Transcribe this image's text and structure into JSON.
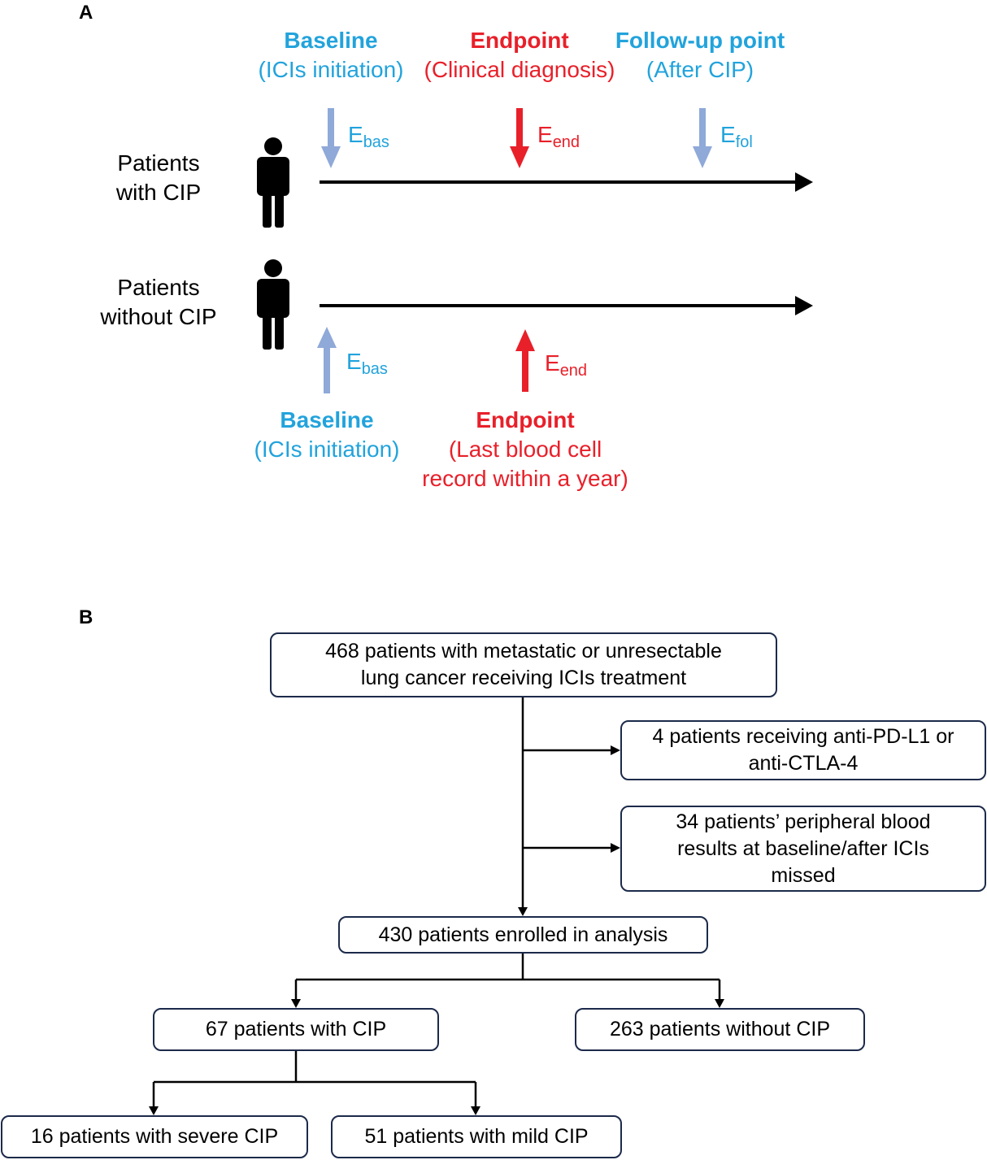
{
  "panel_a": {
    "letter": "A",
    "top_headers": [
      {
        "title": "Baseline",
        "subtitle": "(ICIs initiation)"
      },
      {
        "title": "Endpoint",
        "subtitle": "(Clinical diagnosis)"
      },
      {
        "title": "Follow-up point",
        "subtitle": "(After CIP)"
      }
    ],
    "rows": [
      {
        "label_line1": "Patients",
        "label_line2": "with CIP"
      },
      {
        "label_line1": "Patients",
        "label_line2": "without CIP"
      }
    ],
    "markers_top": [
      {
        "letter": "E",
        "sub": "bas"
      },
      {
        "letter": "E",
        "sub": "end"
      },
      {
        "letter": "E",
        "sub": "fol"
      }
    ],
    "markers_bottom": [
      {
        "letter": "E",
        "sub": "bas"
      },
      {
        "letter": "E",
        "sub": "end"
      }
    ],
    "bottom_headers": [
      {
        "title": "Baseline",
        "line1": "(ICIs initiation)",
        "line2": ""
      },
      {
        "title": "Endpoint",
        "line1": "(Last blood cell",
        "line2": "record within a year)"
      }
    ],
    "colors": {
      "blue_text": "#22a3dc",
      "red": "#e8202a",
      "arrow_blue": "#8fa9d8",
      "line": "#000000"
    }
  },
  "panel_b": {
    "letter": "B",
    "boxes": {
      "start": {
        "line1": "468 patients with metastatic or unresectable",
        "line2": "lung cancer receiving ICIs treatment"
      },
      "excl1": {
        "line1": "4 patients receiving anti-PD-L1 or",
        "line2": "anti-CTLA-4"
      },
      "excl2": {
        "line1": "34 patients’ peripheral blood",
        "line2": "results at baseline/after ICIs",
        "line3": "missed"
      },
      "enrolled": {
        "text": "430 patients enrolled in analysis"
      },
      "with_cip": {
        "text": "67 patients with CIP"
      },
      "without_cip": {
        "text": "263 patients without CIP"
      },
      "severe": {
        "text": "16 patients with severe CIP"
      },
      "mild": {
        "text": "51 patients with mild CIP"
      }
    },
    "colors": {
      "box_border": "#1c2a4a"
    }
  }
}
